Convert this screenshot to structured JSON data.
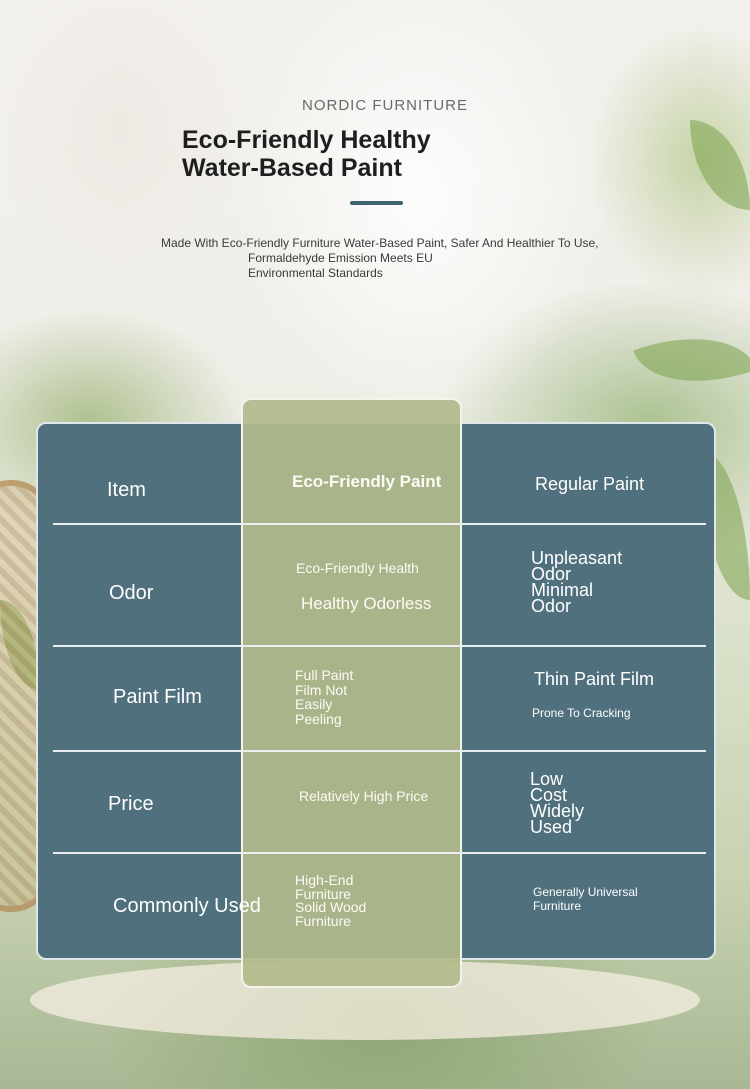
{
  "header": {
    "subtitle": "NORDIC FURNITURE",
    "title": "Eco-Friendly Healthy\nWater-Based Paint",
    "description_line1": "Made With Eco-Friendly Furniture Water-Based Paint, Safer And Healthier To Use,",
    "description_line2": "Formaldehyde Emission Meets EU Environmental Standards"
  },
  "table": {
    "header": {
      "item": "Item",
      "eco": "Eco-Friendly Paint",
      "regular": "Regular Paint"
    },
    "rows": [
      {
        "label": "Odor",
        "eco_line1": "Eco-Friendly Health",
        "eco_line2": "Healthy Odorless",
        "regular": "Unpleasant\nOdor\nMinimal\nOdor"
      },
      {
        "label": "Paint Film",
        "eco": "Full Paint\nFilm Not\nEasily\nPeeling",
        "regular_line1": "Thin Paint Film",
        "regular_line2": "Prone To Cracking"
      },
      {
        "label": "Price",
        "eco": "Relatively High Price",
        "regular": "Low\nCost\nWidely\nUsed"
      },
      {
        "label": "Commonly Used",
        "eco": "High-End\nFurniture\nSolid Wood\nFurniture",
        "regular": "Generally Universal\nFurniture"
      }
    ]
  },
  "colors": {
    "table_bg": "#4f707c",
    "eco_column": "#b2ba8c",
    "accent_bar": "#3e6473"
  }
}
